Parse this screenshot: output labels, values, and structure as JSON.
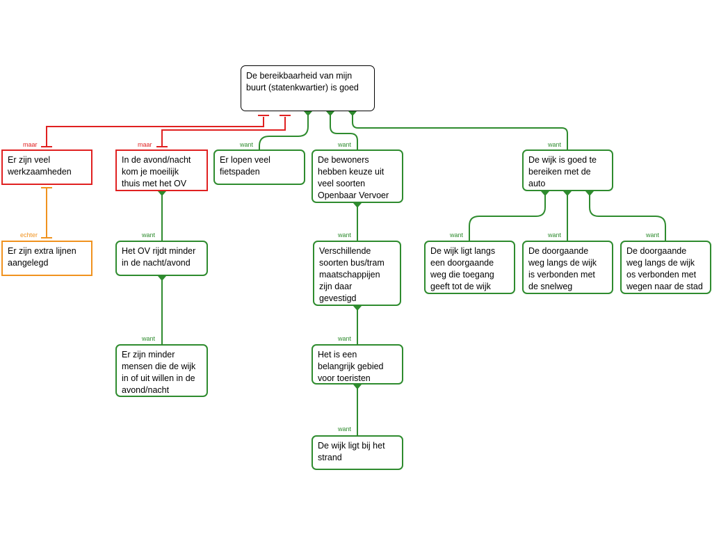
{
  "colors": {
    "support": "#2e8b2e",
    "objection": "#e02020",
    "rebuttal": "#f0921e"
  },
  "labels": {
    "want": "want",
    "maar": "maar",
    "echter": "echter"
  },
  "nodes": {
    "root": [
      "De bereikbaarheid van mijn",
      "buurt (statenkwartier) is goed"
    ],
    "werkzaamheden": [
      "Er zijn veel",
      "werkzaamheden"
    ],
    "extra_lijnen": [
      "Er zijn extra lijnen",
      "aangelegd"
    ],
    "avond_nacht": [
      "In de avond/nacht",
      "kom je moeilijk",
      "thuis met het OV"
    ],
    "ov_minder": [
      "Het OV rijdt minder",
      "in de nacht/avond"
    ],
    "minder_mensen": [
      "Er zijn minder",
      "mensen die de wijk",
      "in of uit willen in de",
      "avond/nacht"
    ],
    "fietspaden": [
      "Er lopen veel",
      "fietspaden"
    ],
    "keuze_ov": [
      "De bewoners",
      "hebben keuze uit",
      "veel soorten",
      "Openbaar Vervoer"
    ],
    "maatschappijen": [
      "Verschillende",
      "soorten bus/tram",
      "maatschappijen",
      "zijn daar",
      "gevestigd"
    ],
    "toeristen": [
      "Het is een",
      "belangrijk gebied",
      "voor toeristen"
    ],
    "strand": [
      "De wijk ligt bij het",
      "strand"
    ],
    "auto": [
      "De wijk is goed te",
      "bereiken met de",
      "auto"
    ],
    "toegang": [
      "De wijk ligt langs",
      "een doorgaande",
      "weg die toegang",
      "geeft tot de wijk"
    ],
    "snelweg": [
      "De doorgaande",
      "weg langs de wijk",
      "is verbonden met",
      "de snelweg"
    ],
    "stad": [
      "De doorgaande",
      "weg langs de wijk",
      "os verbonden met",
      "wegen naar de stad"
    ]
  }
}
